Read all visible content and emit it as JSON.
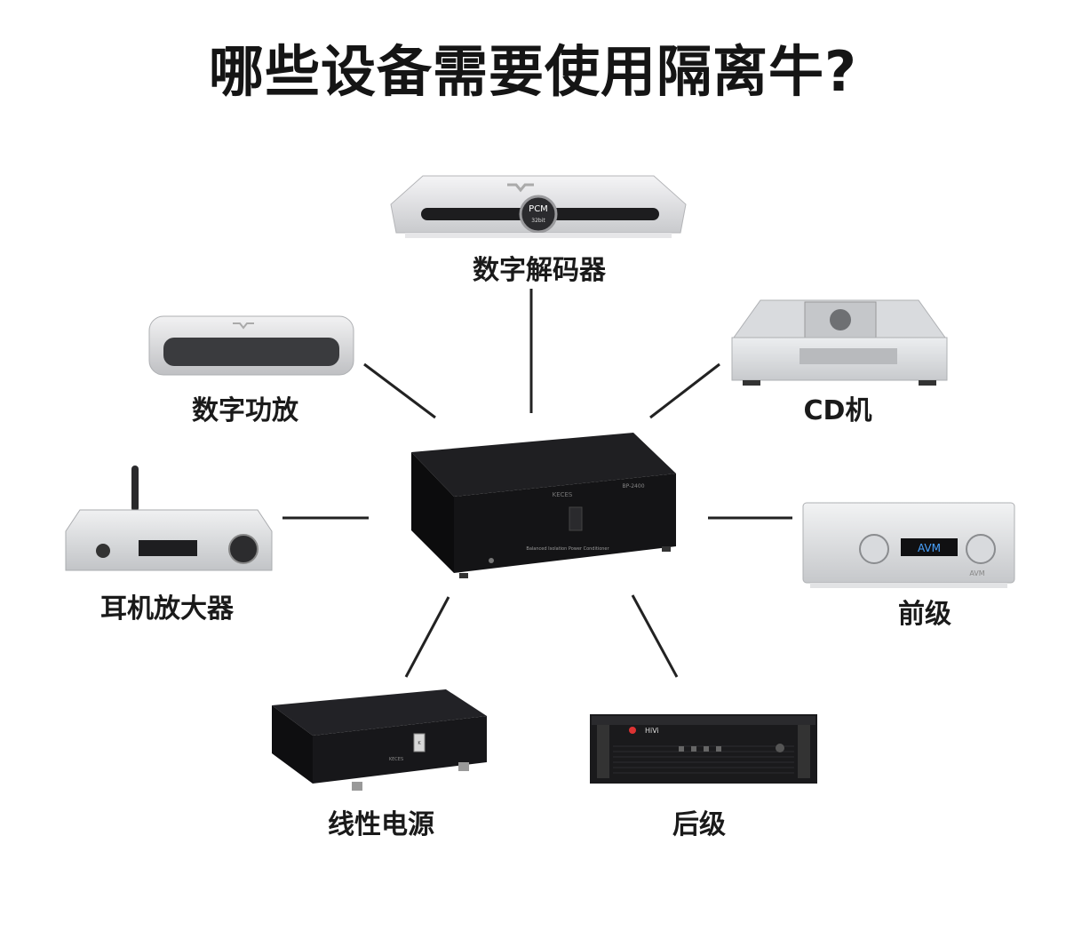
{
  "title": "哪些设备需要使用隔离牛?",
  "devices": {
    "dac": {
      "label": "数字解码器",
      "screen_lines": [
        "PCM",
        "32bit"
      ]
    },
    "digital_amp": {
      "label": "数字功放"
    },
    "cd_player": {
      "label": "CD机"
    },
    "headphone_amp": {
      "label": "耳机放大器"
    },
    "preamp": {
      "label": "前级",
      "display": "AVM",
      "brand": "AVM"
    },
    "linear_psu": {
      "label": "线性电源",
      "brand": "KECES"
    },
    "power_amp": {
      "label": "后级",
      "brand": "HiVi"
    },
    "isolation_transformer": {
      "brand": "KECES",
      "model": "BP-2400",
      "caption": "Balanced Isolation Power Conditioner"
    }
  }
}
